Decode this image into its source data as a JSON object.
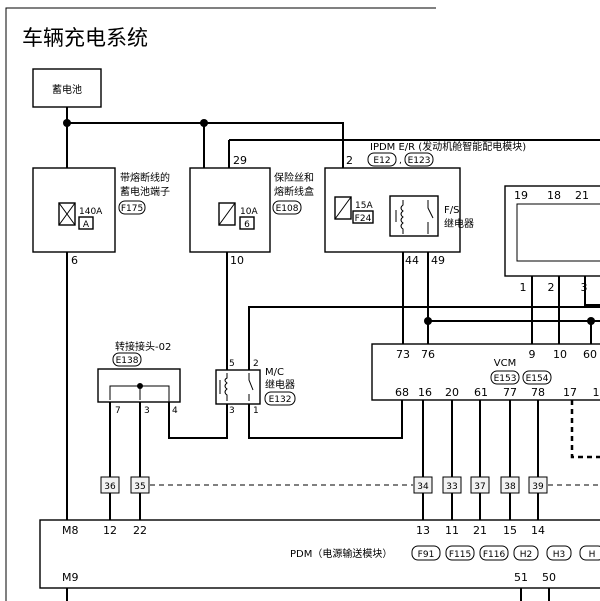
{
  "title": "车辆充电系统",
  "battery": {
    "label": "蓄电池"
  },
  "fusible_terminal": {
    "label_line1": "带熔断线的",
    "label_line2": "蓄电池端子",
    "code": "F175",
    "fuse_rating": "140A",
    "fuse_id": "A",
    "pin_out": "6"
  },
  "fuse_box": {
    "label_line1": "保险丝和",
    "label_line2": "熔断线盒",
    "code": "E108",
    "pin_in": "29",
    "fuse_rating": "10A",
    "fuse_id": "6",
    "pin_out": "10"
  },
  "ipdm": {
    "label": "IPDM E/R (发动机舱智能配电模块)",
    "code1": "E12",
    "code2": "E123",
    "pin_in": "2",
    "fuse_rating": "15A",
    "fuse_id": "F24",
    "relay_label1": "F/S",
    "relay_label2": "继电器",
    "pin_a": "44",
    "pin_b": "49",
    "separator": ","
  },
  "right_box": {
    "top_pins": [
      "19",
      "18",
      "21"
    ],
    "bottom_pins": [
      "1",
      "2",
      "3"
    ]
  },
  "joint": {
    "label": "转接接头-02",
    "code": "E138",
    "pins": [
      "7",
      "3",
      "4"
    ]
  },
  "mc_relay": {
    "label1": "M/C",
    "label2": "继电器",
    "code": "E132",
    "pins": {
      "p5": "5",
      "p2": "2",
      "p3": "3",
      "p1": "1"
    }
  },
  "vcm": {
    "label": "VCM",
    "code1": "E153",
    "code2": "E154",
    "top_pins": [
      "73",
      "76",
      "9",
      "10",
      "60"
    ],
    "bottom_pins": [
      "68",
      "16",
      "20",
      "61",
      "77",
      "78",
      "17",
      "1"
    ]
  },
  "harness_connectors": [
    "36",
    "35",
    "34",
    "33",
    "37",
    "38",
    "39"
  ],
  "pdm": {
    "label": "PDM（电源输送模块）",
    "codes": [
      "F91",
      "F115",
      "F116",
      "H2",
      "H3",
      "H"
    ],
    "left_pin_top": "M8",
    "left_pin_bottom": "M9",
    "top_pins": [
      "12",
      "22",
      "13",
      "11",
      "21",
      "15",
      "14"
    ],
    "bottom_pins": [
      "51",
      "50"
    ]
  }
}
